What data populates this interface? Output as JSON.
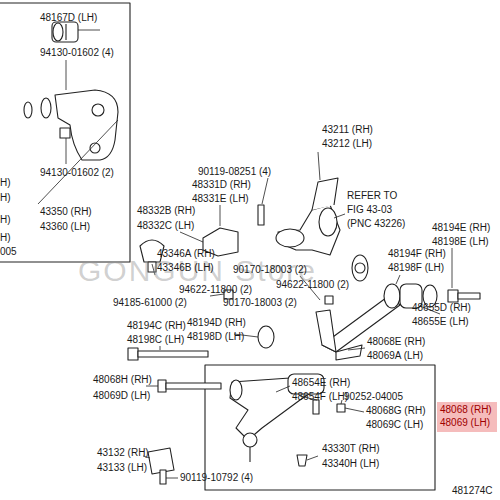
{
  "diagram": {
    "nodes": [
      {
        "text": [
          "48068 (RH)",
          "48069 (LH)"
        ]
      }
    ],
    "labels": [
      "48167D (LH)",
      "94130-01602 (4)",
      "94130-01602 (2)",
      "H)",
      "H)",
      "H)",
      "43350 (RH)",
      "43360 (LH)",
      "H)",
      "005",
      "90119-08251 (4)",
      "43211 (RH)",
      "43212 (LH)",
      "48331D (RH)",
      "48331E (LH)",
      "48332B (RH)",
      "48332C (LH)",
      "REFER TO",
      "FIG 43-03",
      "(PNC 43226)",
      "48194E (RH)",
      "48198E (LH)",
      "48194F (RH)",
      "48198F (LH)",
      "43346A (RH)",
      "43346B (LH)",
      "90170-18003 (2)",
      "94622-11800 (2)",
      "94622-11800 (2)",
      "94185-61000 (2)",
      "90170-18003 (2)",
      "48655D (RH)",
      "48655E (LH)",
      "48194C (RH)",
      "48198C (LH)",
      "48194D (RH)",
      "48198D (LH)",
      "48068E (RH)",
      "48069A (LH)",
      "48068H (RH)",
      "48069D (LH)",
      "48654E (RH)",
      "48654F (LH)",
      "90252-04005",
      "48068G (RH)",
      "48069C (LH)",
      "43132 (RH)",
      "43133 (LH)",
      "43330T (RH)",
      "43340H (LH)",
      "90119-10792 (4)",
      "481274C",
      "GONGUN Store"
    ]
  }
}
